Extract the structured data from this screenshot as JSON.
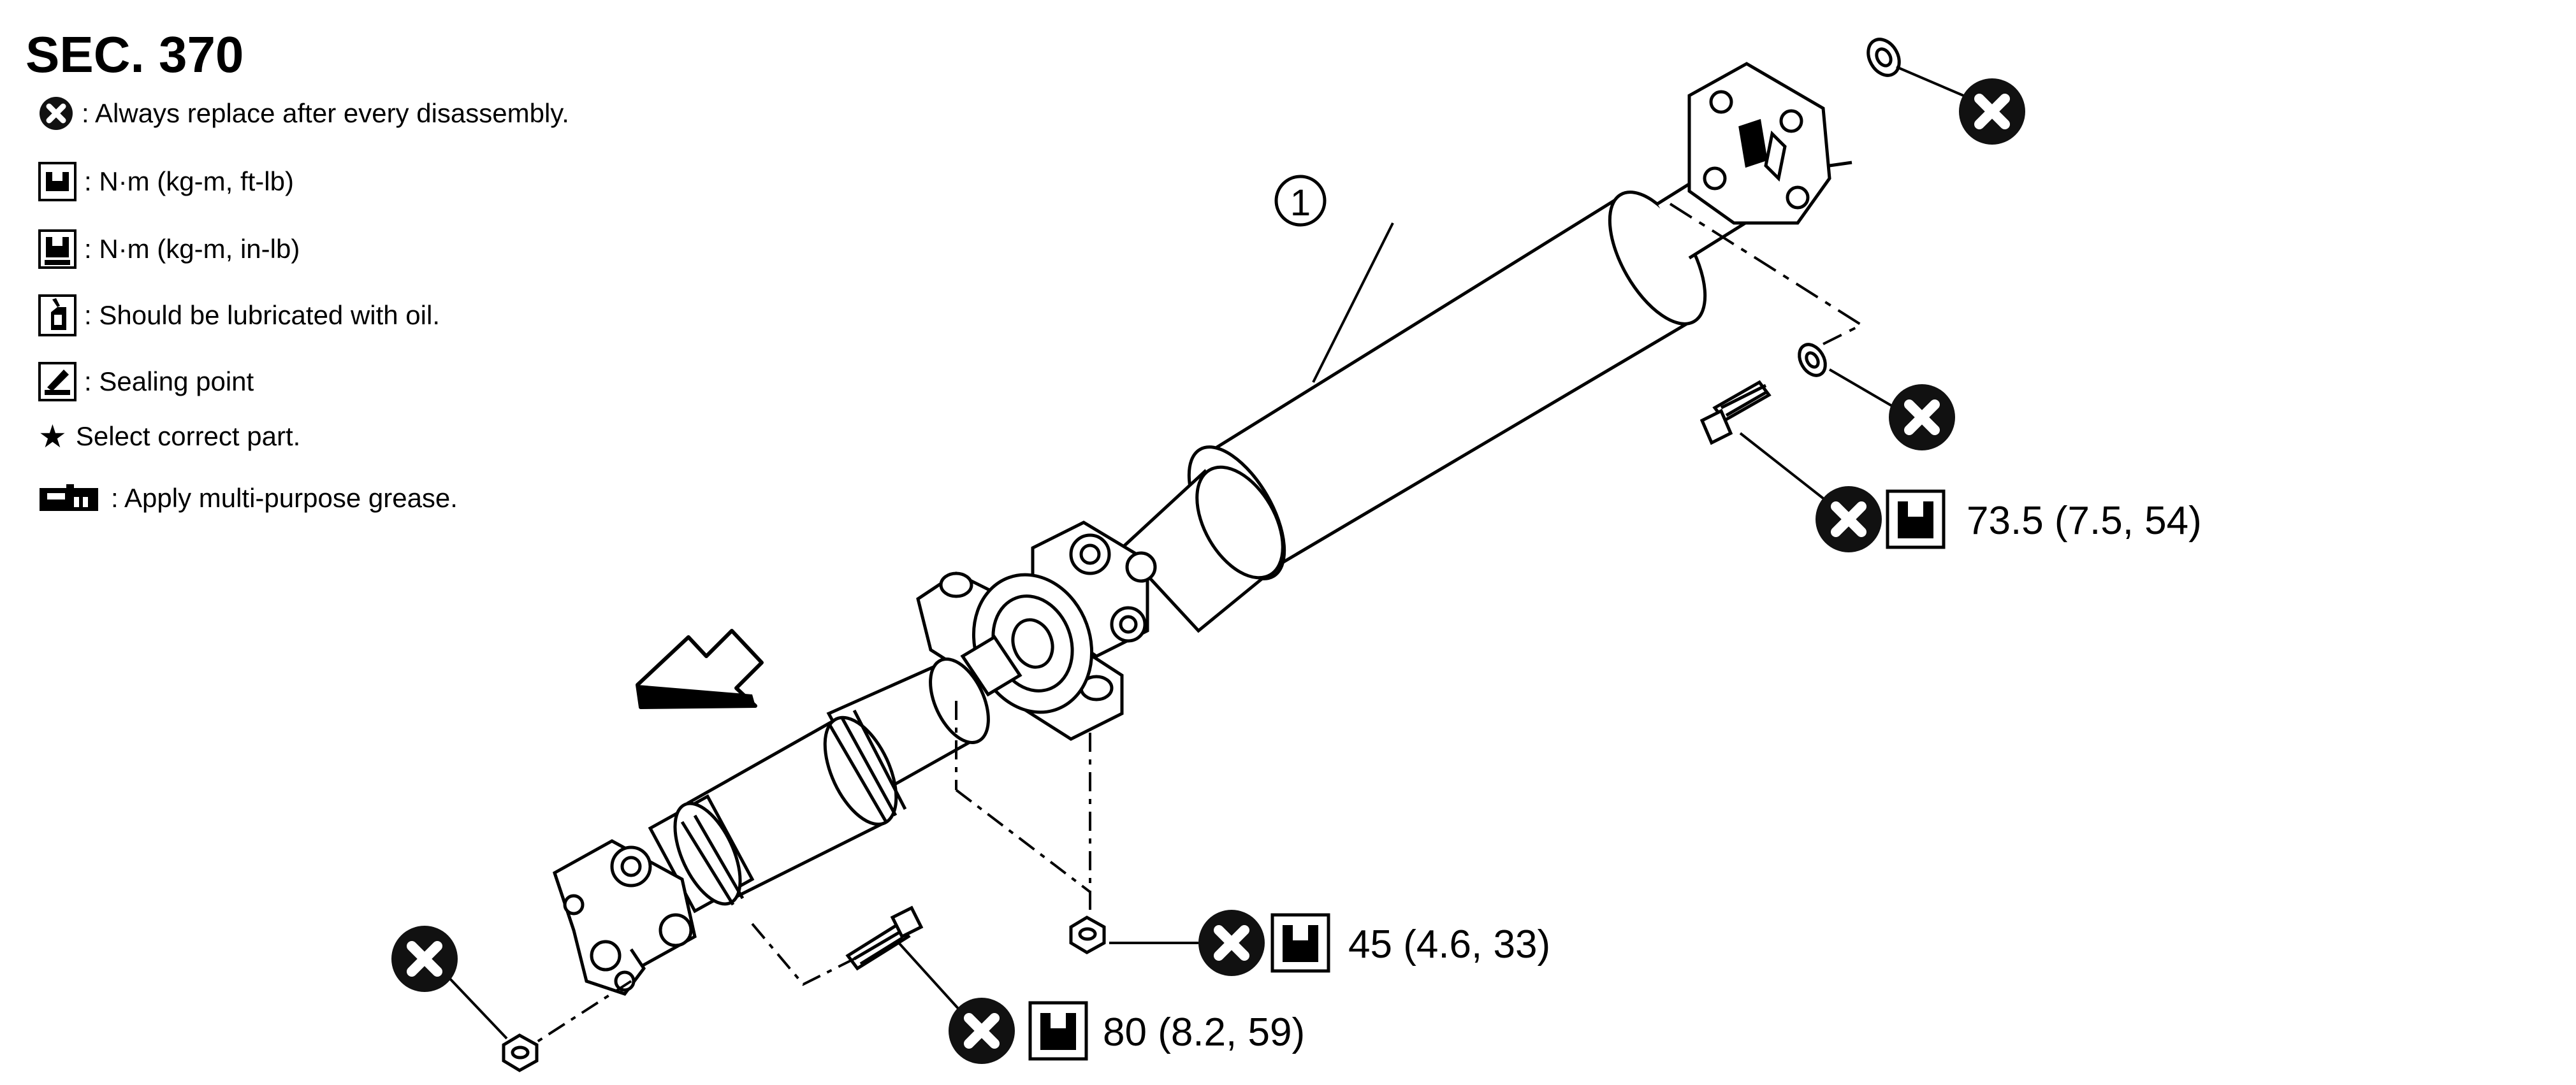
{
  "section_title": "SEC. 370",
  "legend": {
    "replace": ": Always replace after every disassembly.",
    "torque_ft": ": N·m (kg-m, ft-lb)",
    "torque_in": ": N·m (kg-m, in-lb)",
    "lubricate": ": Should be lubricated with oil.",
    "sealing": ": Sealing point",
    "select_part_star": "★",
    "select_part": "Select correct part.",
    "grease": ": Apply multi-purpose grease."
  },
  "callouts": {
    "part_number": "1",
    "torque_front_flange": "73.5 (7.5, 54)",
    "torque_center_bearing": "45 (4.6, 33)",
    "torque_rear_flange": "80 (8.2, 59)"
  },
  "icons": [
    "replace-x-icon",
    "torque-wrench-icon",
    "oil-can-icon",
    "sealant-icon",
    "grease-gun-icon",
    "front-direction-arrow-icon"
  ]
}
